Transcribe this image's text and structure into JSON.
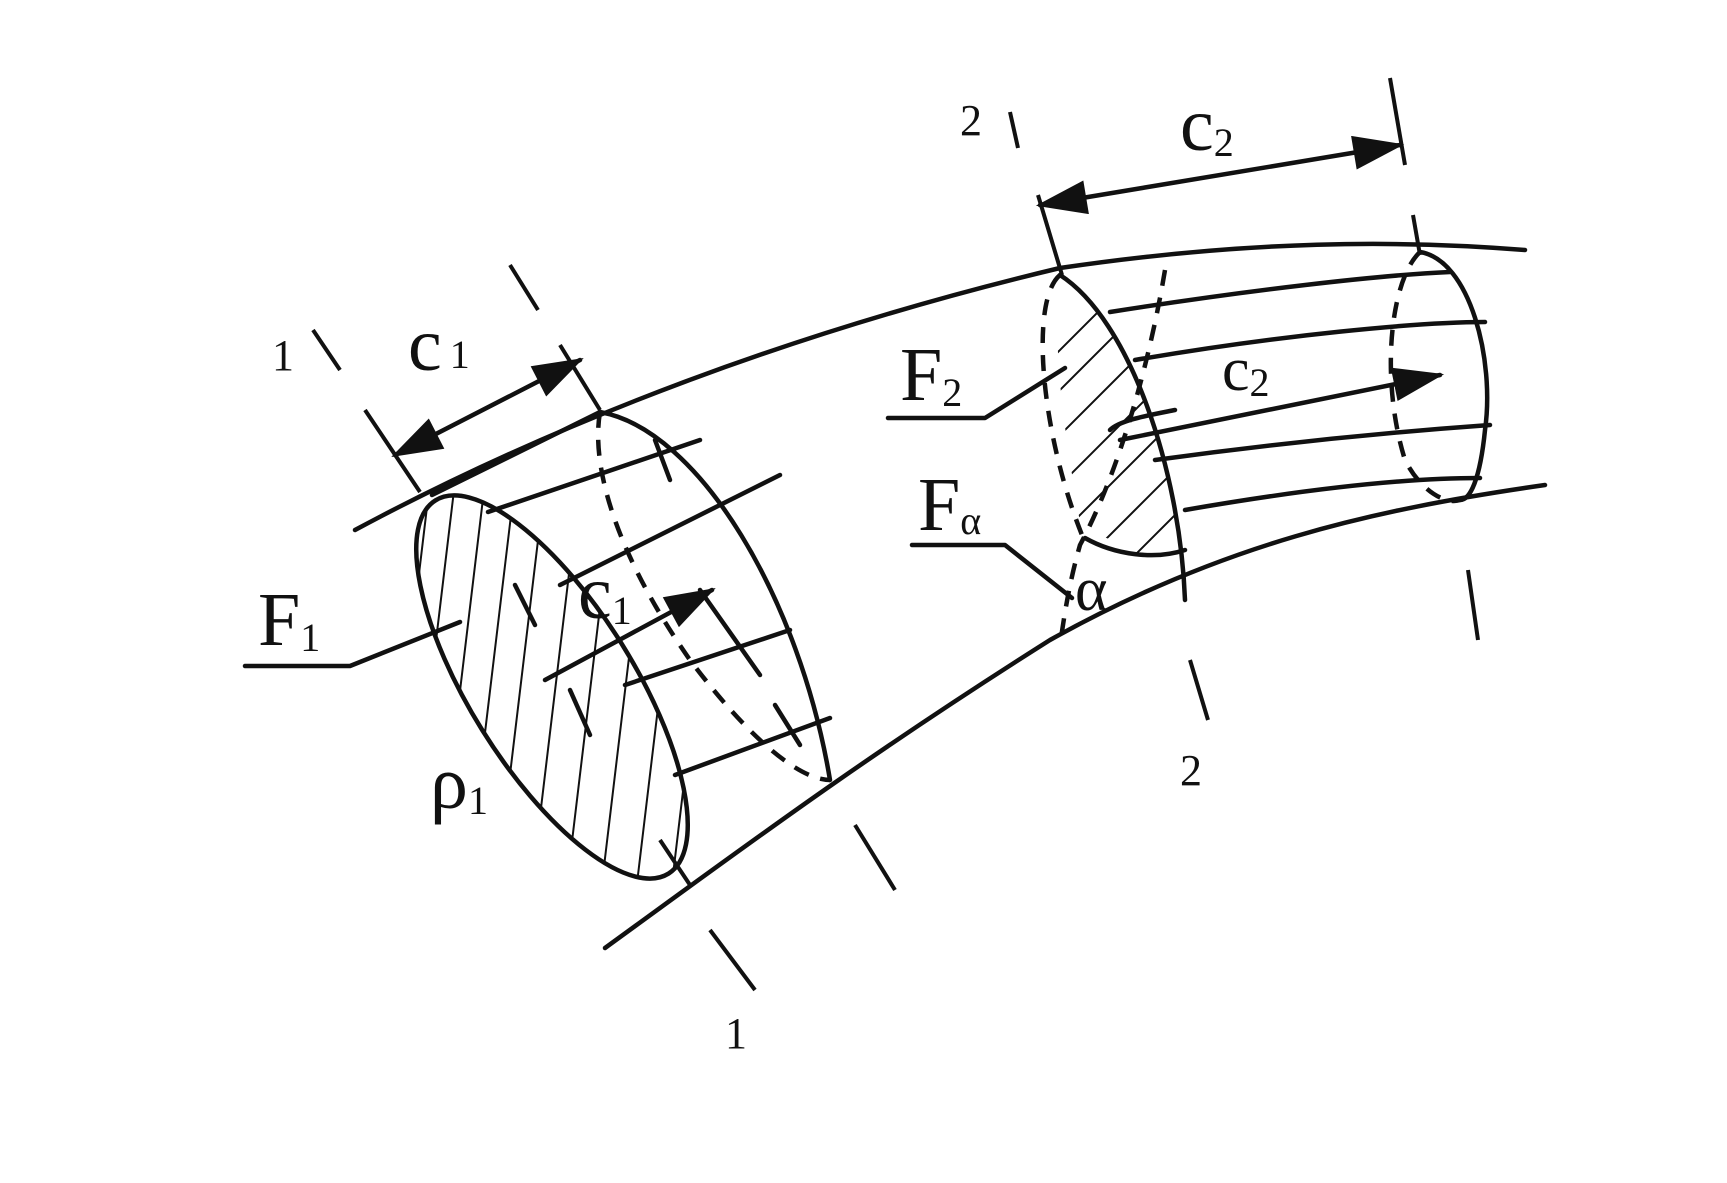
{
  "labels": {
    "F1": {
      "main": "F",
      "sub": "1"
    },
    "rho1": {
      "main": "ρ",
      "sub": "1"
    },
    "c1_top": {
      "main": "c",
      "sub": "1"
    },
    "c1_arrow": {
      "main": "c",
      "sub": "1"
    },
    "F2": {
      "main": "F",
      "sub": "2"
    },
    "Falpha": {
      "main": "F",
      "sub": "α"
    },
    "alpha": "α",
    "c2_top": {
      "main": "c",
      "sub": "2"
    },
    "c2_arrow": {
      "main": "c",
      "sub": "2"
    },
    "section1_top": "1",
    "section1_bottom": "1",
    "section2_top": "2",
    "section2_bottom": "2"
  }
}
